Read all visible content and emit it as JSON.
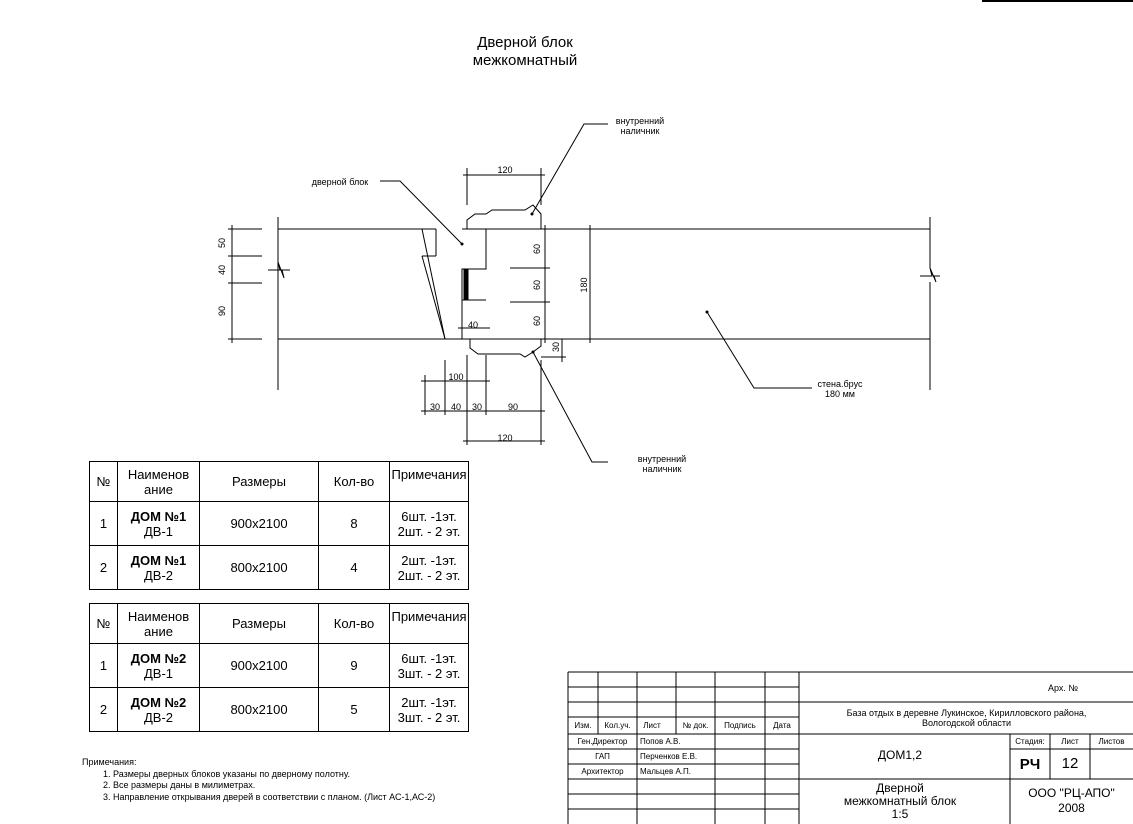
{
  "drawing": {
    "title_line1": "Дверной блок",
    "title_line2": "межкомнатный",
    "labels": {
      "inner_trim_top_1": "внутренний",
      "inner_trim_top_2": "наличник",
      "door_block": "дверной блок",
      "inner_trim_bottom_1": "внутренний",
      "inner_trim_bottom_2": "наличник",
      "wall_1": "стена.брус",
      "wall_2": "180 мм"
    },
    "dims": {
      "top_120": "120",
      "left_50": "50",
      "left_40": "40",
      "left_90": "90",
      "mid_60a": "60",
      "mid_60b": "60",
      "mid_60c": "60",
      "mid_180": "180",
      "inner_40": "40",
      "right_30": "30",
      "bot_100": "100",
      "bot_30a": "30",
      "bot_40": "40",
      "bot_30b": "30",
      "bot_90": "90",
      "bot_120": "120"
    }
  },
  "table1": {
    "headers": [
      "№",
      "Наименов ание",
      "Размеры",
      "Кол-во",
      "Примечания"
    ],
    "rows": [
      {
        "n": "1",
        "name1": "ДОМ №1",
        "name2": "ДВ-1",
        "size": "900х2100",
        "qty": "8",
        "note1": "6шт. -1эт.",
        "note2": "2шт. - 2 эт."
      },
      {
        "n": "2",
        "name1": "ДОМ №1",
        "name2": "ДВ-2",
        "size": "800х2100",
        "qty": "4",
        "note1": "2шт. -1эт.",
        "note2": "2шт. - 2 эт."
      }
    ]
  },
  "table2": {
    "headers": [
      "№",
      "Наименов ание",
      "Размеры",
      "Кол-во",
      "Примечания"
    ],
    "rows": [
      {
        "n": "1",
        "name1": "ДОМ №2",
        "name2": "ДВ-1",
        "size": "900х2100",
        "qty": "9",
        "note1": "6шт. -1эт.",
        "note2": "3шт. - 2 эт."
      },
      {
        "n": "2",
        "name1": "ДОМ №2",
        "name2": "ДВ-2",
        "size": "800х2100",
        "qty": "5",
        "note1": "2шт. -1эт.",
        "note2": "3шт. - 2 эт."
      }
    ]
  },
  "notes": {
    "heading": "Примечания:",
    "items": [
      "1. Размеры дверных блоков указаны по дверному полотну.",
      "2. Все размеры даны в милиметрах.",
      "3. Направление открывания дверей в соответствии с планом. (Лист АС-1,АС-2)"
    ]
  },
  "stamp": {
    "arch_no": "Арх. №",
    "project_1": "База отдых в деревне Лукинское, Кирилловского района,",
    "project_2": "Вологодской области",
    "col_izm": "Изм.",
    "col_kol": "Кол.уч.",
    "col_list": "Лист",
    "col_doc": "№ док.",
    "col_sign": "Подпись",
    "col_date": "Дата",
    "role1": "Ген.Директор",
    "name1": "Попов А.В.",
    "role2": "ГАП",
    "name2": "Перченков Е.В.",
    "role3": "Архитектор",
    "name3": "Мальцев А.П.",
    "object": "ДОМ1,2",
    "stage_h": "Стадия:",
    "sheet_h": "Лист",
    "sheets_h": "Листов",
    "stage": "РЧ",
    "sheet": "12",
    "drawing_1": "Дверной",
    "drawing_2": "межкомнатный блок",
    "scale": "1:5",
    "company": "ООО \"РЦ-АПО\"",
    "year": "2008"
  }
}
